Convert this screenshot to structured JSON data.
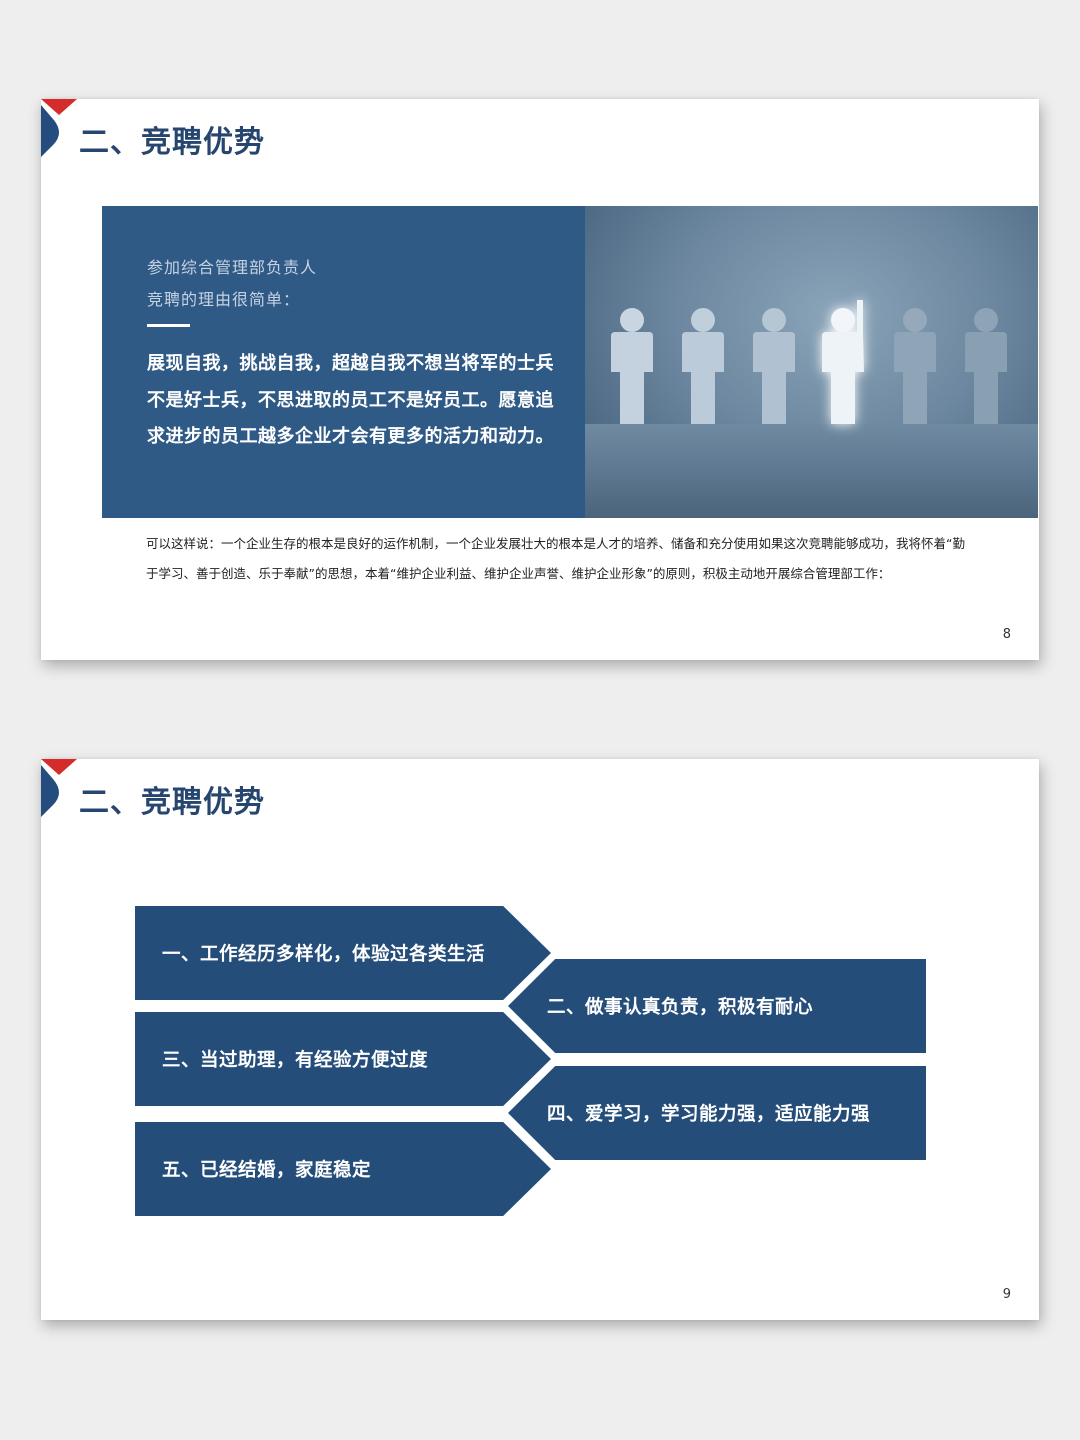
{
  "colors": {
    "background": "#eeeeee",
    "title": "#27466f",
    "panel_blue": "#305a86",
    "chevron_blue": "#254d79",
    "logo_red": "#d42b2b",
    "logo_blue": "#244c7e"
  },
  "slides": [
    {
      "title": "二、竞聘优势",
      "page_number": "8",
      "panel": {
        "intro_line1": "参加综合管理部负责人",
        "intro_line2": "竞聘的理由很简单：",
        "quote": "展现自我，挑战自我，超越自我不想当将军的士兵不是好士兵，不思进取的员工不是好员工。愿意追求进步的员工越多企业才会有更多的活力和动力。"
      },
      "image": {
        "description": "six-figures-one-raising-hand-icon",
        "figures": 6,
        "highlighted_index": 3
      },
      "body_text": "可以这样说：一个企业生存的根本是良好的运作机制，一个企业发展壮大的根本是人才的培养、储备和充分使用如果这次竞聘能够成功，我将怀着“勤于学习、善于创造、乐于奉献”的思想，本着“维护企业利益、维护企业声誉、维护企业形象”的原则，积极主动地开展综合管理部工作："
    },
    {
      "title": "二、竞聘优势",
      "page_number": "9",
      "advantages": [
        "一、工作经历多样化，体验过各类生活",
        "二、做事认真负责，积极有耐心",
        "三、当过助理，有经验方便过度",
        "四、爱学习，学习能力强，适应能力强",
        "五、已经结婚，家庭稳定"
      ]
    }
  ]
}
